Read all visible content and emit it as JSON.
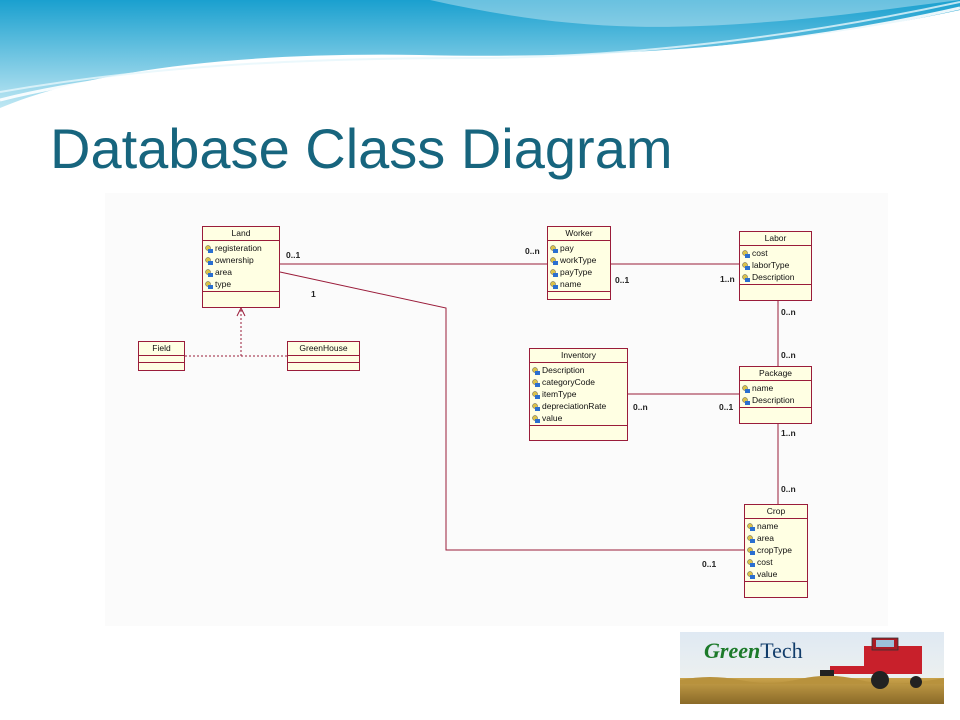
{
  "title": "Database Class Diagram",
  "classes": {
    "land": {
      "name": "Land",
      "attributes": [
        "registeration",
        "ownership",
        "area",
        "type"
      ]
    },
    "worker": {
      "name": "Worker",
      "attributes": [
        "pay",
        "workType",
        "payType",
        "name"
      ]
    },
    "labor": {
      "name": "Labor",
      "attributes": [
        "cost",
        "laborType",
        "Description"
      ]
    },
    "field": {
      "name": "Field",
      "attributes": []
    },
    "greenhouse": {
      "name": "GreenHouse",
      "attributes": []
    },
    "inventory": {
      "name": "Inventory",
      "attributes": [
        "Description",
        "categoryCode",
        "itemType",
        "depreciationRate",
        "value"
      ]
    },
    "package": {
      "name": "Package",
      "attributes": [
        "name",
        "Description"
      ]
    },
    "crop": {
      "name": "Crop",
      "attributes": [
        "name",
        "area",
        "cropType",
        "cost",
        "value"
      ]
    }
  },
  "multiplicities": {
    "land_worker_land": "0..1",
    "land_worker_worker": "0..n",
    "land_crop_land": "1",
    "worker_labor_worker": "0..1",
    "worker_labor_labor": "1..n",
    "labor_package_labor": "0..n",
    "labor_package_package": "0..n",
    "inventory_package_inventory": "0..n",
    "inventory_package_package": "0..1",
    "package_crop_package": "1..n",
    "package_crop_crop": "0..n",
    "land_crop_crop": "0..1"
  },
  "logo": {
    "word1": "Green",
    "word2": "Tech"
  },
  "colors": {
    "title": "#17657e",
    "line": "#9a1c3a",
    "box_fill": "#ffffe3"
  }
}
